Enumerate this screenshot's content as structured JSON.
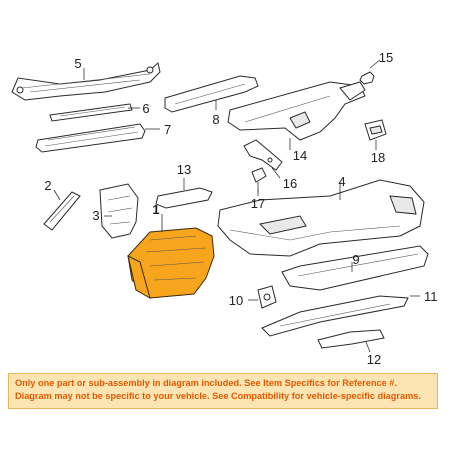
{
  "callouts": [
    "1",
    "2",
    "3",
    "4",
    "5",
    "6",
    "7",
    "8",
    "9",
    "10",
    "11",
    "12",
    "13",
    "14",
    "15",
    "16",
    "17",
    "18"
  ],
  "highlighted_part": "1",
  "notice": {
    "line1": "Only one part or sub-assembly in diagram included. See Item Specifics for Reference #.",
    "line2": "Diagram may not be specific to your vehicle. See Compatibility for vehicle-specific diagrams."
  },
  "colors": {
    "highlight": "#f7a51c",
    "notice_background": "#fde5b3",
    "notice_text": "#e35a00"
  }
}
